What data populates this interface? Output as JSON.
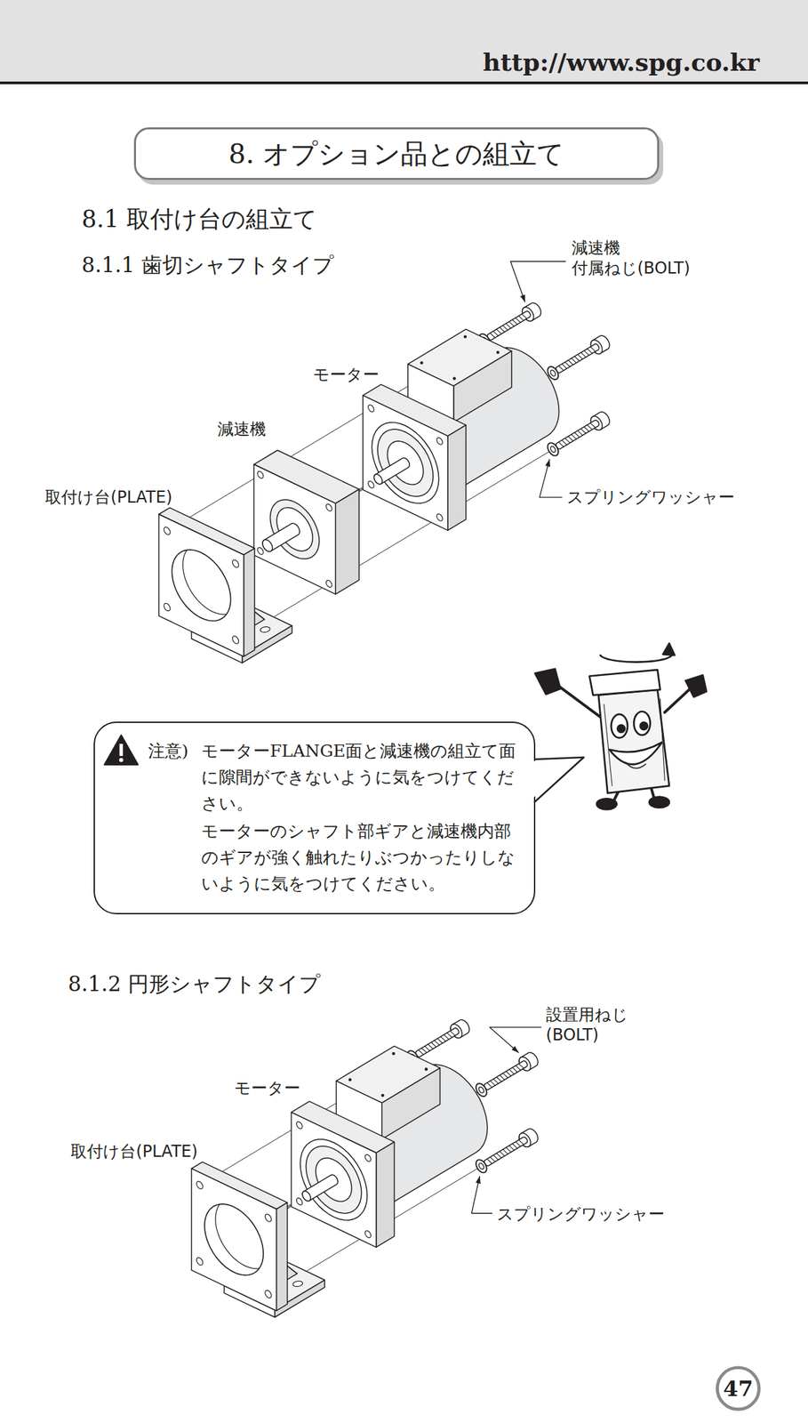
{
  "diagram": {
    "title": "8. オプション品との組立て",
    "nodes": [
      {
        "text": [
          "注意)",
          "モーターFLANGE面と減速機の組立て面に隙間ができないように気をつけてください。",
          "モーターのシャフト部ギアと減速機内部のギアが強く触れたりぶつかったりしないように気をつけてください。"
        ]
      }
    ],
    "labels": [
      "http://www.spg.co.kr",
      "8.1 取付け台の組立て",
      "8.1.1 歯切シャフトタイプ",
      "減速機 付属ねじ(BOLT)",
      "モーター",
      "減速機",
      "取付け台(PLATE)",
      "スプリングワッシャー",
      "8.1.2 円形シャフトタイプ",
      "設置用ねじ (BOLT)",
      "モーター",
      "取付け台(PLATE)",
      "スプリングワッシャー",
      "47"
    ]
  }
}
